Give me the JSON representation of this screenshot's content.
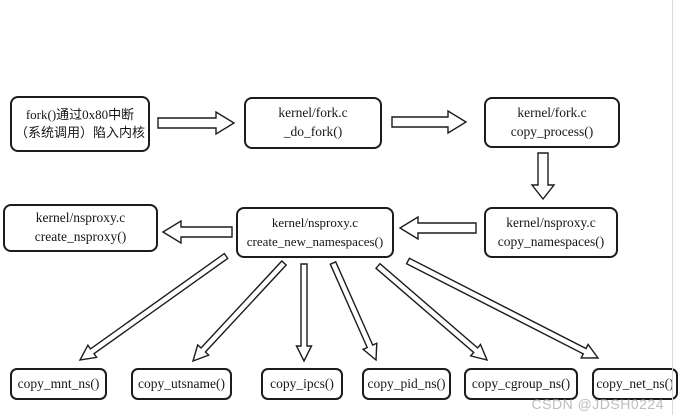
{
  "diagram": {
    "nodes": {
      "fork_entry": {
        "line1": "fork()通过0x80中断",
        "line2": "（系统调用）陷入内核"
      },
      "do_fork": {
        "line1": "kernel/fork.c",
        "line2": "_do_fork()"
      },
      "copy_process": {
        "line1": "kernel/fork.c",
        "line2": "copy_process()"
      },
      "create_nsproxy": {
        "line1": "kernel/nsproxy.c",
        "line2": "create_nsproxy()"
      },
      "create_new_namespaces": {
        "line1": "kernel/nsproxy.c",
        "line2": "create_new_namespaces()"
      },
      "copy_namespaces": {
        "line1": "kernel/nsproxy.c",
        "line2": "copy_namespaces()"
      },
      "copy_mnt_ns": {
        "label": "copy_mnt_ns()"
      },
      "copy_utsname": {
        "label": "copy_utsname()"
      },
      "copy_ipcs": {
        "label": "copy_ipcs()"
      },
      "copy_pid_ns": {
        "label": "copy_pid_ns()"
      },
      "copy_cgroup_ns": {
        "label": "copy_cgroup_ns()"
      },
      "copy_net_ns": {
        "label": "copy_net_ns()"
      }
    },
    "watermark": "CSDN @JDSH0224",
    "colors": {
      "line": "#1c1c1c",
      "node_fill": "#ffffff",
      "background": "#ffffff",
      "watermark": "#bdbdbd",
      "border_line": "#d9d9d9"
    }
  }
}
